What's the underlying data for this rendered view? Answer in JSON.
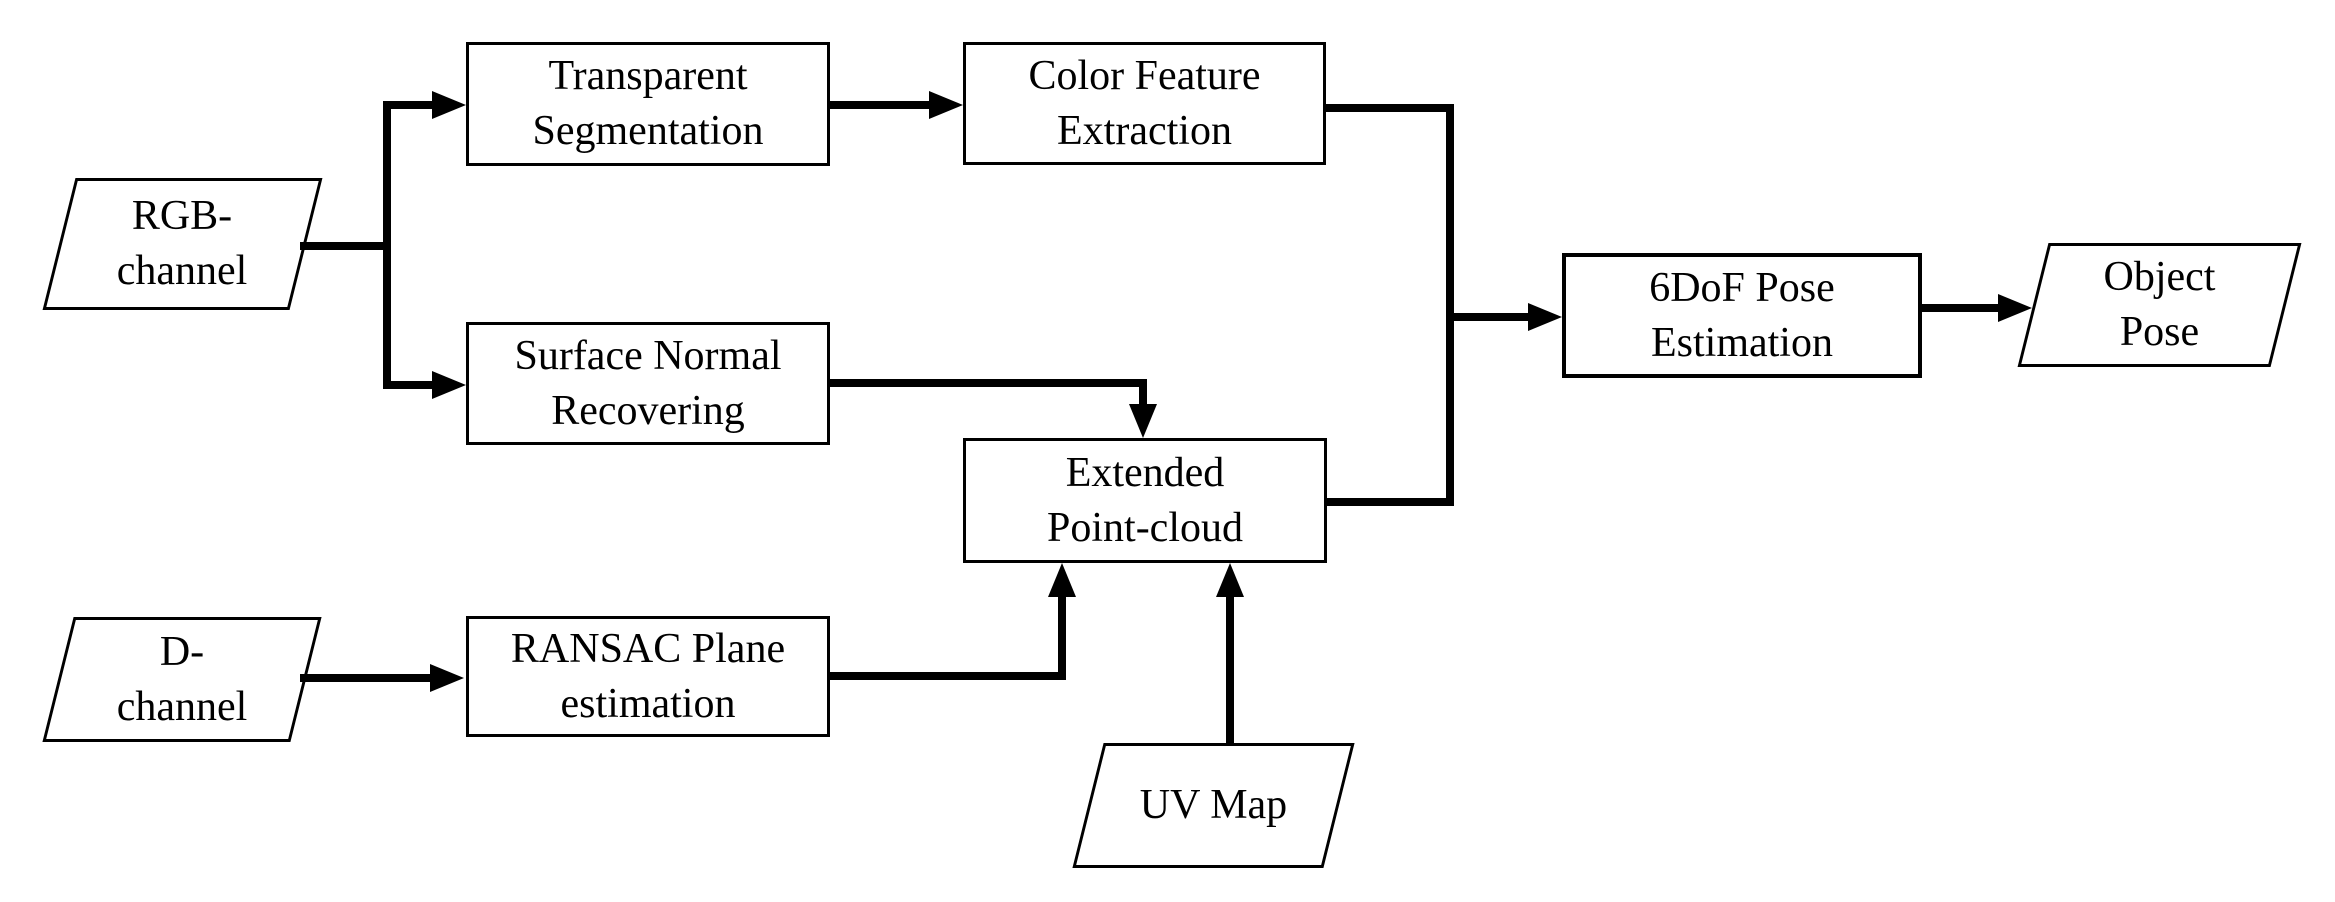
{
  "diagram": {
    "type": "flowchart",
    "background_color": "#ffffff",
    "stroke_color": "#000000",
    "nodes": {
      "rgb_channel": {
        "label": "RGB-\nchannel",
        "shape": "parallelogram",
        "role": "input"
      },
      "transparent_segmentation": {
        "label": "Transparent\nSegmentation",
        "shape": "rectangle",
        "role": "process"
      },
      "color_feature_extraction": {
        "label": "Color Feature\nExtraction",
        "shape": "rectangle",
        "role": "process"
      },
      "surface_normal_recovering": {
        "label": "Surface Normal\nRecovering",
        "shape": "rectangle",
        "role": "process"
      },
      "extended_point_cloud": {
        "label": "Extended\nPoint-cloud",
        "shape": "rectangle",
        "role": "process"
      },
      "d_channel": {
        "label": "D-\nchannel",
        "shape": "parallelogram",
        "role": "input"
      },
      "ransac_plane_estimation": {
        "label": "RANSAC Plane\nestimation",
        "shape": "rectangle",
        "role": "process"
      },
      "uv_map": {
        "label": "UV Map",
        "shape": "parallelogram",
        "role": "input"
      },
      "pose_estimation": {
        "label": "6DoF Pose\nEstimation",
        "shape": "rectangle",
        "role": "process"
      },
      "object_pose": {
        "label": "Object\nPose",
        "shape": "parallelogram",
        "role": "output"
      }
    },
    "edges": [
      {
        "from": "rgb_channel",
        "to": "transparent_segmentation"
      },
      {
        "from": "rgb_channel",
        "to": "surface_normal_recovering"
      },
      {
        "from": "transparent_segmentation",
        "to": "color_feature_extraction"
      },
      {
        "from": "color_feature_extraction",
        "to": "pose_estimation"
      },
      {
        "from": "surface_normal_recovering",
        "to": "extended_point_cloud"
      },
      {
        "from": "d_channel",
        "to": "ransac_plane_estimation"
      },
      {
        "from": "ransac_plane_estimation",
        "to": "extended_point_cloud"
      },
      {
        "from": "uv_map",
        "to": "extended_point_cloud"
      },
      {
        "from": "extended_point_cloud",
        "to": "pose_estimation"
      },
      {
        "from": "pose_estimation",
        "to": "object_pose"
      }
    ]
  }
}
